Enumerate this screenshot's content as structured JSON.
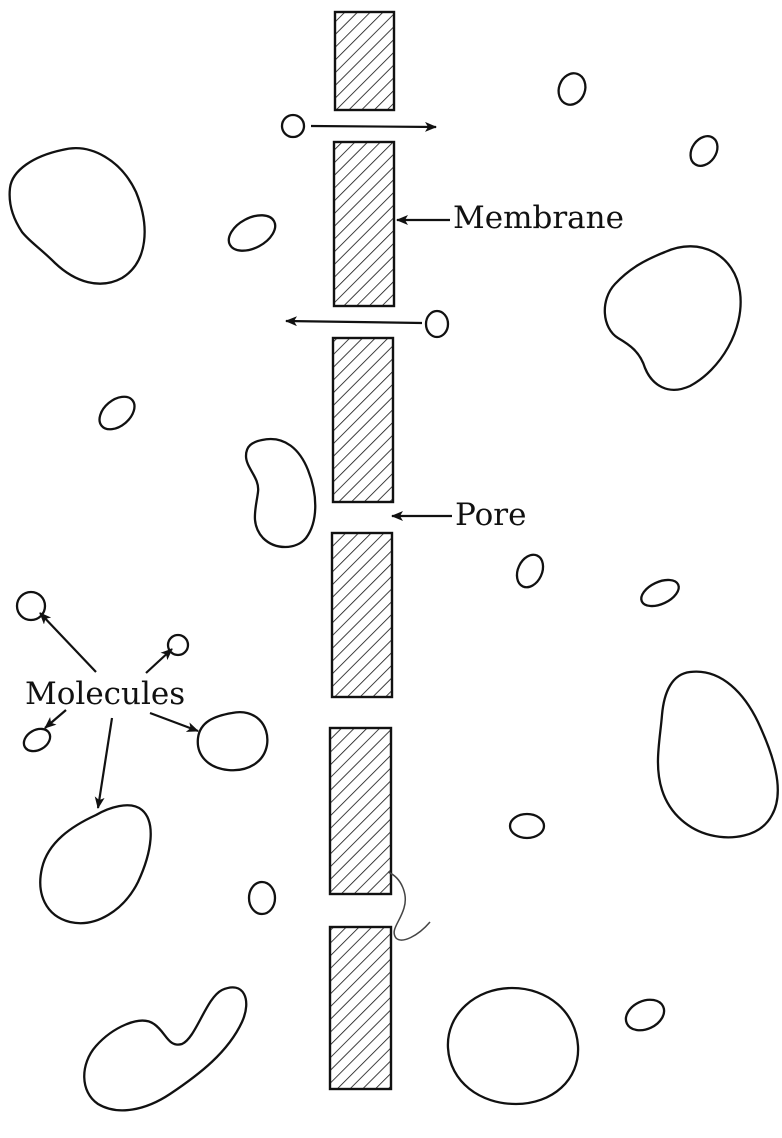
{
  "labels": {
    "membrane": "Membrane",
    "pore": "Pore",
    "molecules": "Molecules"
  },
  "colors": {
    "ink": "#111111",
    "background": "#ffffff"
  }
}
